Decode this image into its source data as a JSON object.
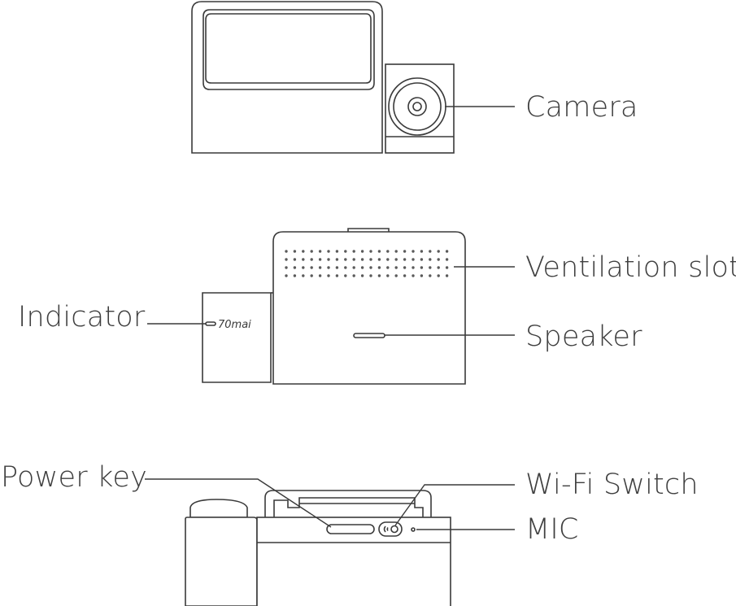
{
  "labels": {
    "camera": "Camera",
    "ventilation_slots": "Ventilation slots",
    "indicator": "Indicator",
    "speaker": "Speaker",
    "power_key": "Power key",
    "wifi_switch": "Wi-Fi Switch",
    "mic": "MIC"
  },
  "brand_logo": "70mai",
  "colors": {
    "line": "#3a3a3a",
    "text": "#3f3f3f",
    "background": "#ffffff"
  }
}
